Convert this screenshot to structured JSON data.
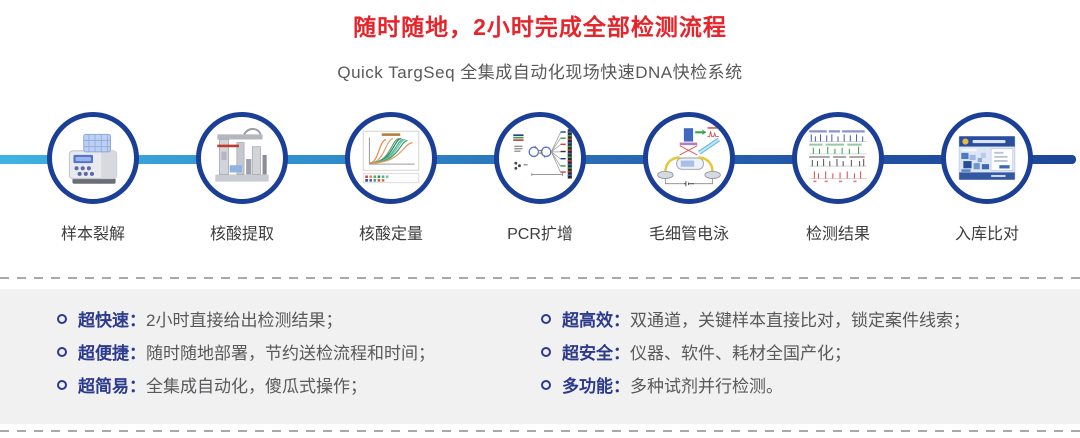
{
  "header": {
    "title": "随时随地，2小时完成全部检测流程",
    "subtitle": "Quick TargSeq 全集成自动化现场快速DNA快检系统"
  },
  "workflow": {
    "steps": [
      {
        "label": "样本裂解",
        "icon": "thermal-mixer-icon"
      },
      {
        "label": "核酸提取",
        "icon": "extraction-robot-icon"
      },
      {
        "label": "核酸定量",
        "icon": "qpcr-amplification-plot-icon"
      },
      {
        "label": "PCR扩增",
        "icon": "pcr-scheme-icon"
      },
      {
        "label": "毛细管电泳",
        "icon": "capillary-electrophoresis-icon"
      },
      {
        "label": "检测结果",
        "icon": "electropherogram-icon"
      },
      {
        "label": "入库比对",
        "icon": "database-software-icon"
      }
    ]
  },
  "features": {
    "left": [
      {
        "label": "超快速：",
        "text": "2小时直接给出检测结果；"
      },
      {
        "label": "超便捷：",
        "text": "随时随地部署，节约送检流程和时间；"
      },
      {
        "label": "超简易：",
        "text": "全集成自动化，傻瓜式操作；"
      }
    ],
    "right": [
      {
        "label": "超高效：",
        "text": "双通道，关键样本直接比对，锁定案件线索；"
      },
      {
        "label": "超安全：",
        "text": "仪器、软件、耗材全国产化；"
      },
      {
        "label": "多功能：",
        "text": "多种试剂并行检测。"
      }
    ]
  },
  "colors": {
    "title_red": "#e5252b",
    "subtitle_gray": "#595959",
    "circle_border_navy": "#1b3e96",
    "timeline_start_cyan": "#3eb3e2",
    "timeline_end_navy": "#1c4796",
    "feature_label_navy": "#2b3a8c",
    "feature_text_gray": "#58595b",
    "panel_background": "#f1f1f2"
  }
}
